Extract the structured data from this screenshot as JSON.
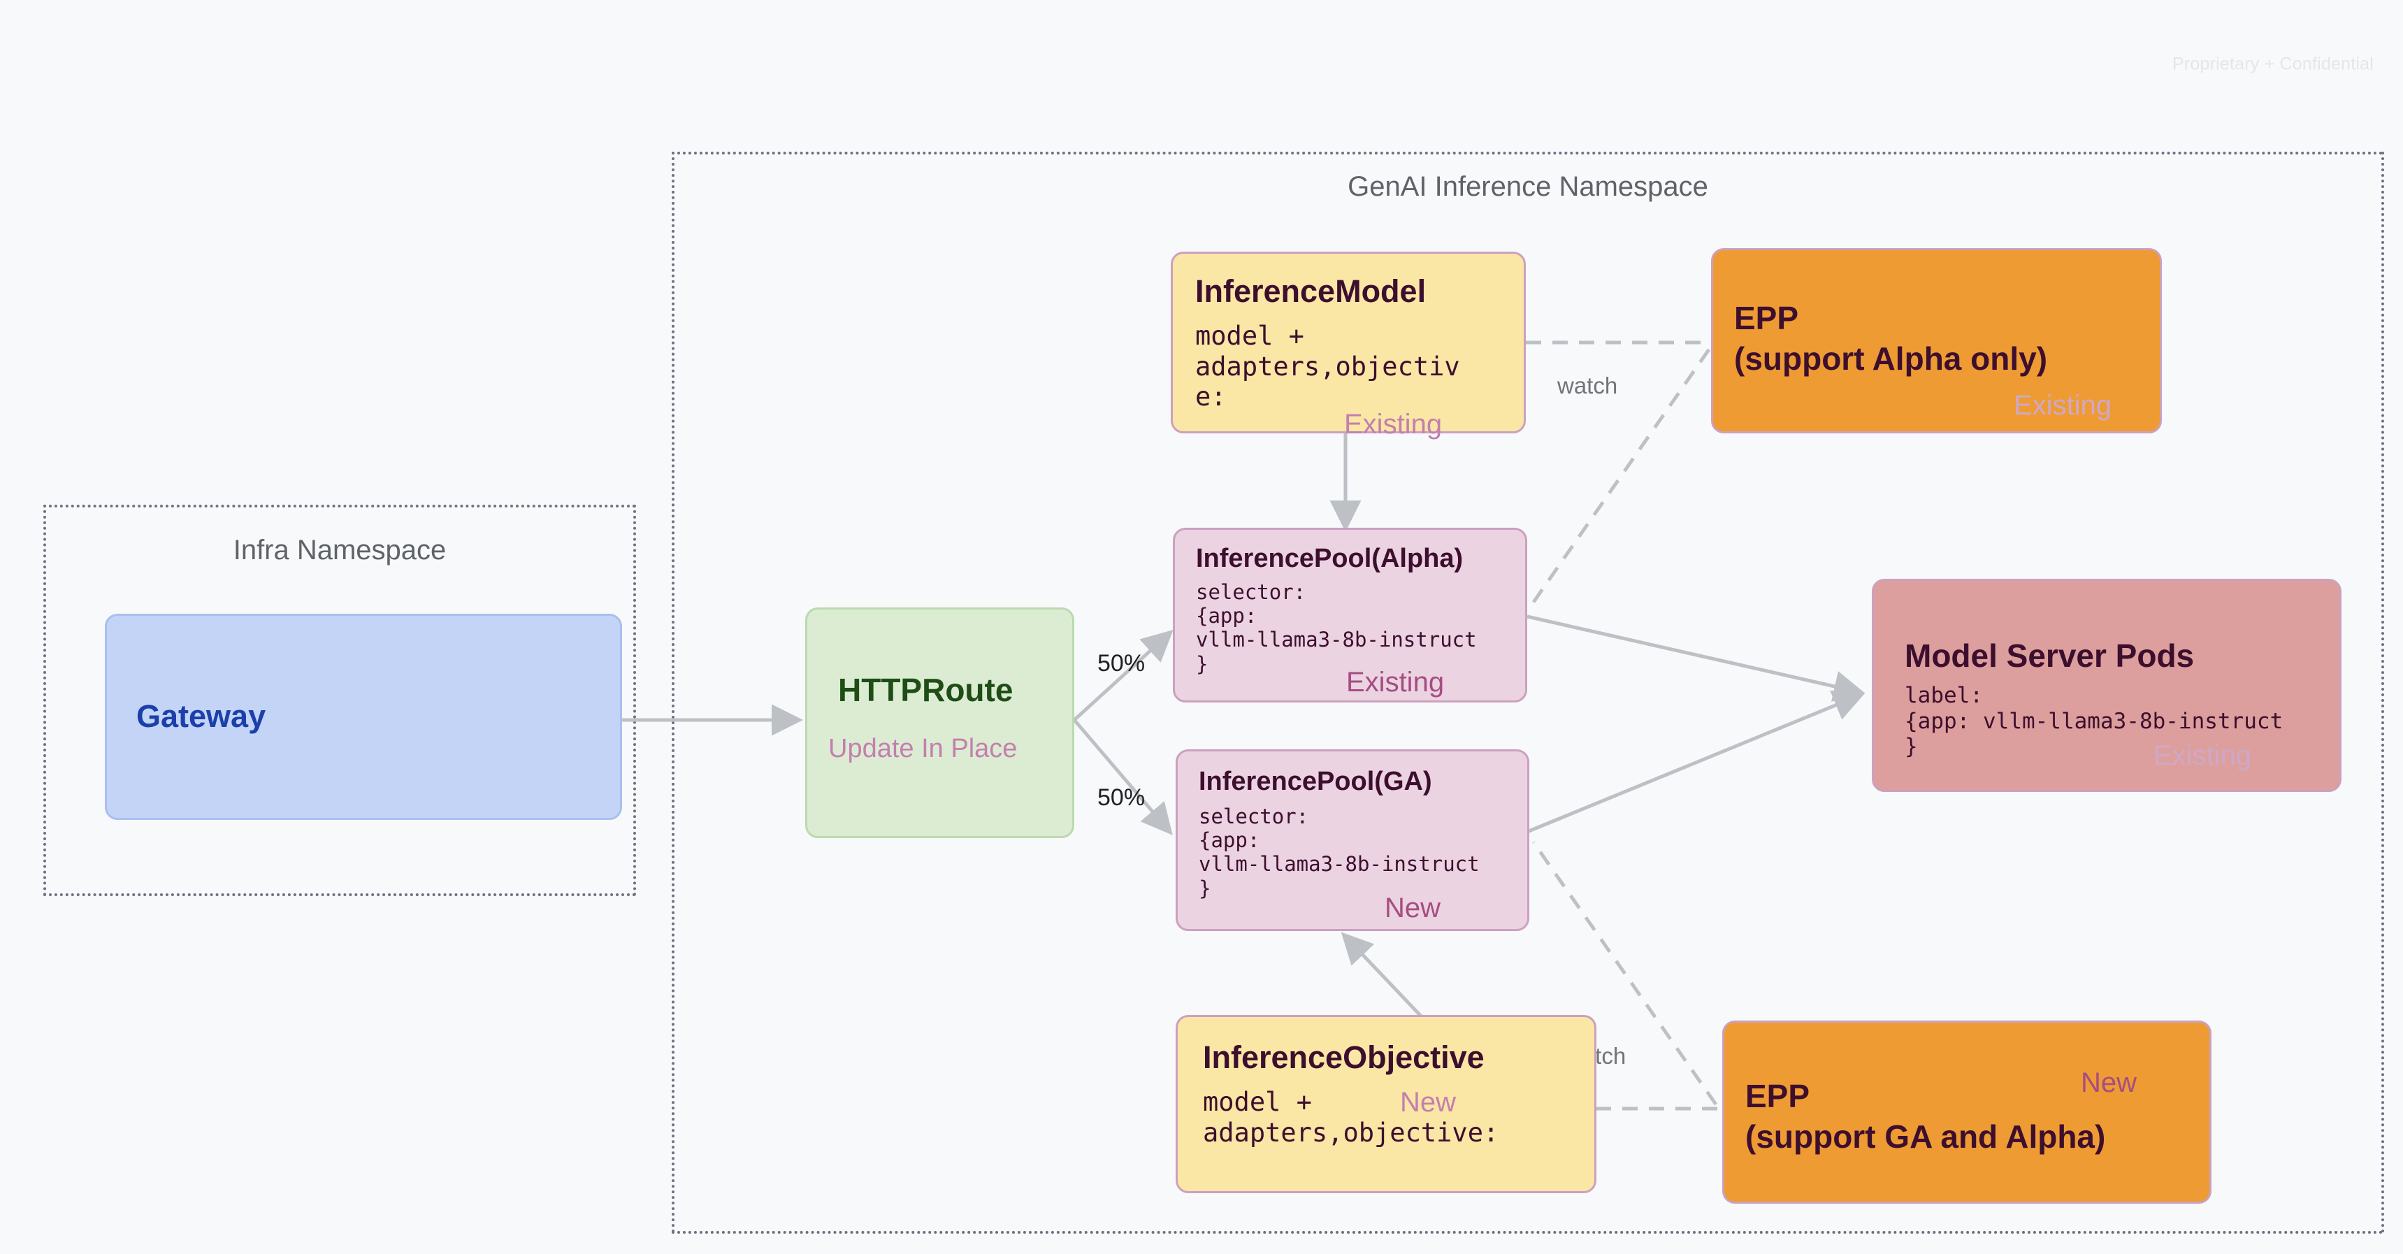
{
  "watermark": "Proprietary + Confidential",
  "namespaces": [
    {
      "id": "infra",
      "title": "Infra Namespace"
    },
    {
      "id": "genai",
      "title": "GenAI Inference Namespace"
    }
  ],
  "nodes": {
    "gateway": {
      "title": "Gateway"
    },
    "httproute": {
      "title": "HTTPRoute",
      "tag": "Update In Place"
    },
    "inference_model": {
      "title": "InferenceModel",
      "body": "model +\nadapters,objectiv\ne:",
      "tag": "Existing"
    },
    "inference_pool_alpha": {
      "title": "InferencePool(Alpha)",
      "body": "selector:\n{app:\nvllm-llama3-8b-instruct\n}",
      "tag": "Existing"
    },
    "inference_pool_ga": {
      "title": "InferencePool(GA)",
      "body": "selector:\n{app:\nvllm-llama3-8b-instruct\n}",
      "tag": "New"
    },
    "inference_objective": {
      "title": "InferenceObjective",
      "body": "model +\nadapters,objective:",
      "tag": "New"
    },
    "epp_alpha": {
      "title_line1": "EPP",
      "title_line2": "(support Alpha only)",
      "tag": "Existing"
    },
    "epp_ga": {
      "title_line1": "EPP",
      "title_line2": "(support GA and Alpha)",
      "tag": "New"
    },
    "model_server_pods": {
      "title": "Model Server Pods",
      "body": "label:\n{app: vllm-llama3-8b-instruct\n}",
      "tag": "Existing"
    }
  },
  "edges": {
    "split_top": "50%",
    "split_bottom": "50%",
    "watch_top": "watch",
    "watch_bottom": "watch"
  },
  "colors": {
    "canvas": "#f7f9fb",
    "node_border_pink": "#cda0bf",
    "gateway_fill": "#c3d4f7",
    "gateway_text": "#1c3faa",
    "httproute_fill": "#dbecd3",
    "httproute_text": "#1f4d16",
    "yellow_fill": "#fae6a5",
    "pink_fill": "#ecd3e2",
    "orange_fill": "#ef9b33",
    "pods_fill": "#dd9f9d",
    "tag_pink": "#c47fae",
    "tag_pink_strong": "#a64d82",
    "tag_pink_pale": "#cfa8c6",
    "connector_grey": "#bdc1c6",
    "namespace_border": "#6b7280",
    "namespace_title": "#5f6368",
    "watermark": "#e3e6ea"
  }
}
